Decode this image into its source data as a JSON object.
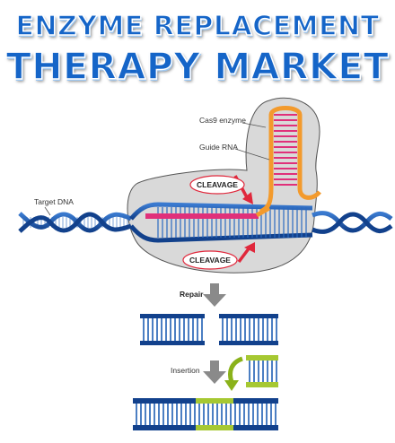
{
  "title": {
    "line1": "ENZYME REPLACEMENT",
    "line2": "THERAPY MARKET"
  },
  "labels": {
    "cas9": "Cas9 enzyme",
    "guide_rna": "Guide RNA",
    "target_dna": "Target DNA",
    "cleavage_top": "CLEAVAGE",
    "cleavage_bottom": "CLEAVAGE",
    "repair": "Repair",
    "insertion": "Insertion"
  },
  "colors": {
    "title_blue": "#1565c8",
    "dna_blue": "#1f5fb4",
    "rna_pink": "#e0307a",
    "enzyme_gray": "#d9d9d9",
    "orange": "#f39a2c",
    "insert_green": "#a6c832",
    "arrow_red": "#e0283c",
    "arrow_gray": "#8a8a8a",
    "arrow_green": "#8ab21a"
  }
}
